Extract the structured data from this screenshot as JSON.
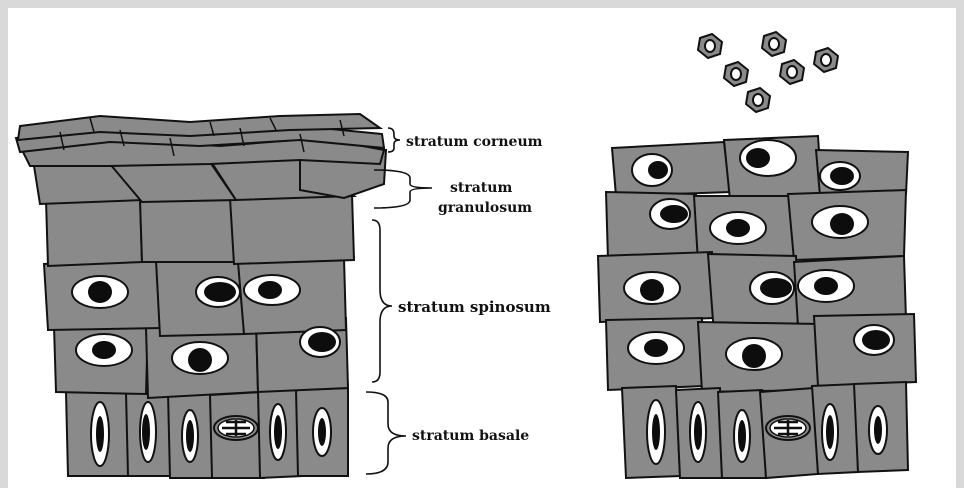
{
  "diagram": {
    "labels": {
      "corneum": "stratum corneum",
      "granulosum_1": "stratum",
      "granulosum_2": "granulosum",
      "spinosum": "stratum spinosum",
      "basale": "stratum basale"
    }
  }
}
